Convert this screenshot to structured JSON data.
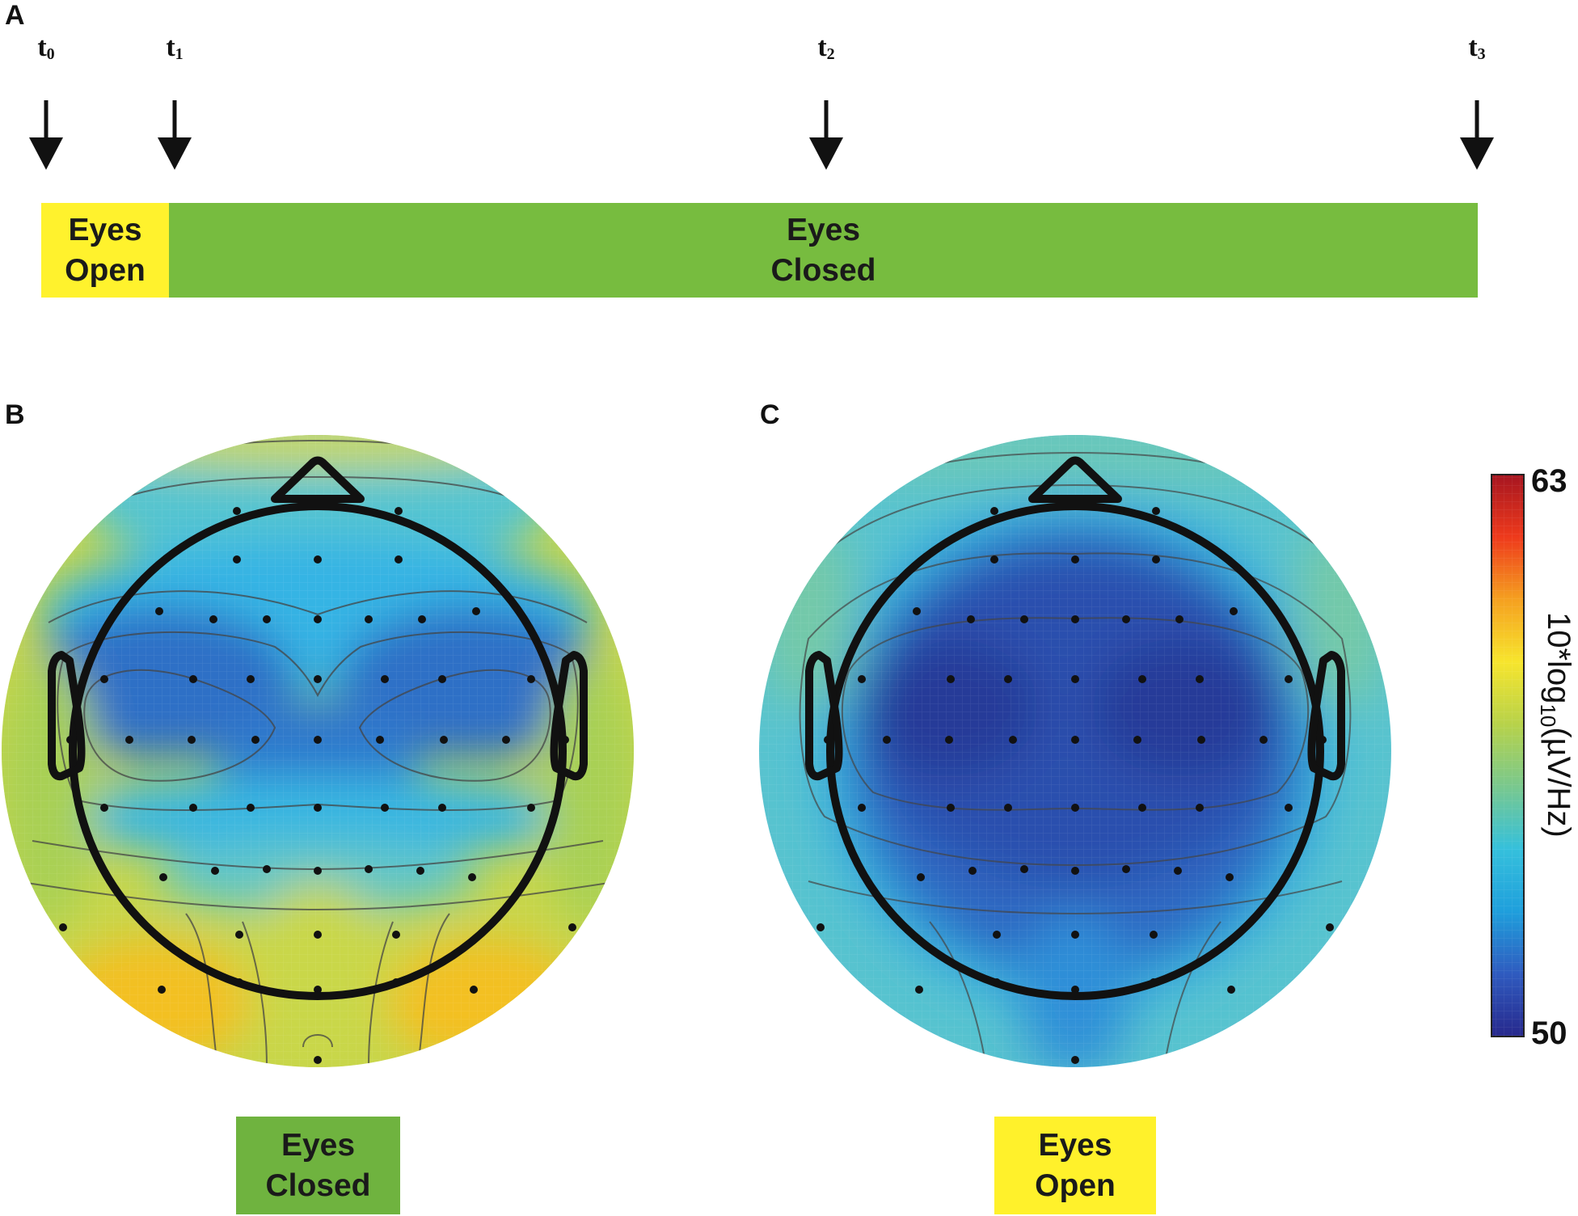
{
  "panels": {
    "a": "A",
    "b": "B",
    "c": "C"
  },
  "timeline": {
    "markers": [
      {
        "base": "t",
        "sub": "0"
      },
      {
        "base": "t",
        "sub": "1"
      },
      {
        "base": "t",
        "sub": "2"
      },
      {
        "base": "t",
        "sub": "3"
      }
    ],
    "segments": [
      {
        "line1": "Eyes",
        "line2": "Open",
        "color": "#fff22d"
      },
      {
        "line1": "Eyes",
        "line2": "Closed",
        "color": "#77bc3f"
      }
    ]
  },
  "topomaps": [
    {
      "state_line1": "Eyes",
      "state_line2": "Closed",
      "state_color": "#6fb33f"
    },
    {
      "state_line1": "Eyes",
      "state_line2": "Open",
      "state_color": "#fff12b"
    }
  ],
  "colorbar": {
    "max": "63",
    "min": "50",
    "label_prefix": "10*log",
    "label_sub": "10",
    "label_suffix": "(µV/Hz)",
    "colormap": [
      "#27288c",
      "#2f5bbf",
      "#1f9fdc",
      "#35c0dc",
      "#79c88e",
      "#b7d24a",
      "#f7e52d",
      "#f5a020",
      "#ee3a1c",
      "#a61520"
    ]
  }
}
